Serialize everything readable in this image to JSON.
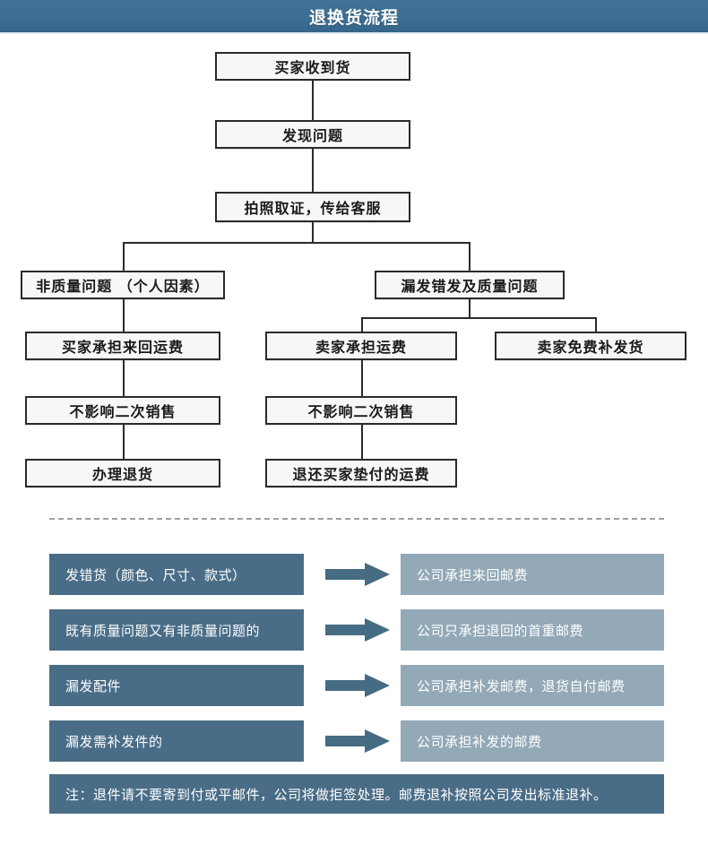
{
  "header": {
    "title": "退换货流程"
  },
  "flow": {
    "nodes": [
      {
        "id": "n1",
        "label": "买家收到货"
      },
      {
        "id": "n2",
        "label": "发现问题"
      },
      {
        "id": "n3",
        "label": "拍照取证，传给客服"
      },
      {
        "id": "n4",
        "label": "非质量问题 （个人因素）"
      },
      {
        "id": "n5",
        "label": "漏发错发及质量问题"
      },
      {
        "id": "n6",
        "label": "买家承担来回运费"
      },
      {
        "id": "n7",
        "label": "卖家承担运费"
      },
      {
        "id": "n8",
        "label": "卖家免费补发货"
      },
      {
        "id": "n9",
        "label": "不影响二次销售"
      },
      {
        "id": "n10",
        "label": "不影响二次销售"
      },
      {
        "id": "n11",
        "label": "办理退货"
      },
      {
        "id": "n12",
        "label": "退还买家垫付的运费"
      }
    ]
  },
  "mapping": {
    "rows": [
      {
        "cause": "发错货（颜色、尺寸、款式）",
        "result": "公司承担来回邮费"
      },
      {
        "cause": "既有质量问题又有非质量问题的",
        "result": "公司只承担退回的首重邮费"
      },
      {
        "cause": "漏发配件",
        "result": "公司承担补发邮费，退货自付邮费"
      },
      {
        "cause": "漏发需补发件的",
        "result": "公司承担补发的邮费"
      }
    ],
    "note": "注：退件请不要寄到付或平邮件，公司将做拒签处理。邮费退补按照公司发出标准退补。"
  },
  "colors": {
    "header_blue": "#3c6d92",
    "cause_box": "#4a6d87",
    "result_box": "#93a9b8",
    "arrow": "#456c82",
    "node_border": "#2b2b2b",
    "node_fill": "#f7f7f7",
    "divider": "#9aa0a6"
  }
}
